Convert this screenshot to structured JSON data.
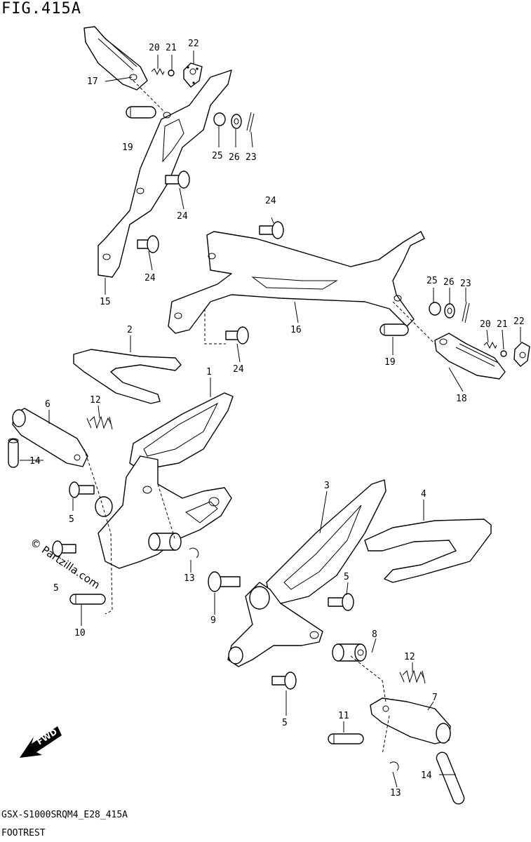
{
  "figure": {
    "title": "FIG.415A",
    "model_code": "GSX-S1000SRQM4_E28_415A",
    "section_name": "FOOTREST",
    "watermark": "© Partzilla.com",
    "direction_label": "FWD"
  },
  "callouts": [
    {
      "id": "c-1",
      "num": "1"
    },
    {
      "id": "c-2",
      "num": "2"
    },
    {
      "id": "c-3",
      "num": "3"
    },
    {
      "id": "c-4",
      "num": "4"
    },
    {
      "id": "c-5a",
      "num": "5"
    },
    {
      "id": "c-5b",
      "num": "5"
    },
    {
      "id": "c-5c",
      "num": "5"
    },
    {
      "id": "c-5d",
      "num": "5"
    },
    {
      "id": "c-6",
      "num": "6"
    },
    {
      "id": "c-7",
      "num": "7"
    },
    {
      "id": "c-8",
      "num": "8"
    },
    {
      "id": "c-9",
      "num": "9"
    },
    {
      "id": "c-10",
      "num": "10"
    },
    {
      "id": "c-11",
      "num": "11"
    },
    {
      "id": "c-12a",
      "num": "12"
    },
    {
      "id": "c-12b",
      "num": "12"
    },
    {
      "id": "c-13a",
      "num": "13"
    },
    {
      "id": "c-13b",
      "num": "13"
    },
    {
      "id": "c-14a",
      "num": "14"
    },
    {
      "id": "c-14b",
      "num": "14"
    },
    {
      "id": "c-15",
      "num": "15"
    },
    {
      "id": "c-16",
      "num": "16"
    },
    {
      "id": "c-17",
      "num": "17"
    },
    {
      "id": "c-18",
      "num": "18"
    },
    {
      "id": "c-19a",
      "num": "19"
    },
    {
      "id": "c-19b",
      "num": "19"
    },
    {
      "id": "c-20a",
      "num": "20"
    },
    {
      "id": "c-20b",
      "num": "20"
    },
    {
      "id": "c-21a",
      "num": "21"
    },
    {
      "id": "c-21b",
      "num": "21"
    },
    {
      "id": "c-22a",
      "num": "22"
    },
    {
      "id": "c-22b",
      "num": "22"
    },
    {
      "id": "c-23a",
      "num": "23"
    },
    {
      "id": "c-23b",
      "num": "23"
    },
    {
      "id": "c-24a",
      "num": "24"
    },
    {
      "id": "c-24b",
      "num": "24"
    },
    {
      "id": "c-24c",
      "num": "24"
    },
    {
      "id": "c-24d",
      "num": "24"
    },
    {
      "id": "c-25a",
      "num": "25"
    },
    {
      "id": "c-25b",
      "num": "25"
    },
    {
      "id": "c-26a",
      "num": "26"
    },
    {
      "id": "c-26b",
      "num": "26"
    }
  ]
}
